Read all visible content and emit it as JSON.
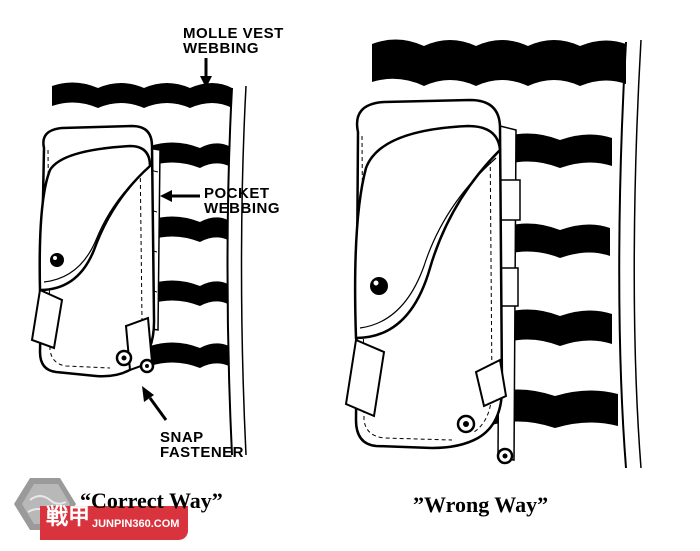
{
  "labels": {
    "molle_line1": "MOLLE VEST",
    "molle_line2": "WEBBING",
    "pocket_line1": "POCKET",
    "pocket_line2": "WEBBING",
    "snap_line1": "SNAP",
    "snap_line2": "FASTENER"
  },
  "captions": {
    "correct": "“Correct Way”",
    "wrong": "”Wrong Way”"
  },
  "watermark": {
    "chinese": "戦甲",
    "site": "JUNPIN360.COM"
  },
  "colors": {
    "ink": "#000000",
    "background": "#ffffff",
    "watermark_red": "#d9343e",
    "watermark_gray": "#9a9a9a"
  }
}
